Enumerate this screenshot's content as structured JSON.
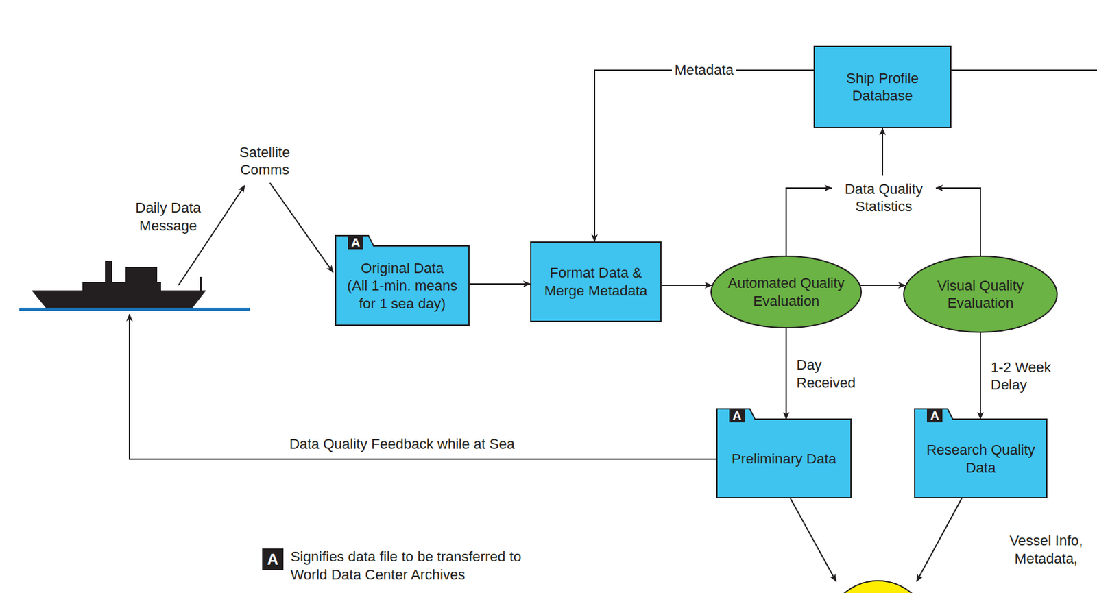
{
  "diagram": {
    "nodes": [
      {
        "text": [
          "Satellite Comms"
        ]
      },
      {
        "text": [
          "Ship Profile Database"
        ]
      },
      {
        "text": [
          "A",
          "Original Data",
          "(All 1-min. means for 1 sea day)"
        ]
      },
      {
        "text": [
          "Format Data & Merge Metadata"
        ]
      },
      {
        "text": [
          "Data Quality Statistics"
        ]
      },
      {
        "text": [
          "Automated Quality Evaluation"
        ]
      },
      {
        "text": [
          "Visual Quality Evaluation"
        ]
      },
      {
        "text": [
          "A",
          "Preliminary Data"
        ]
      },
      {
        "text": [
          "A",
          "Research Quality Data"
        ]
      }
    ],
    "edges": [
      {
        "from": 0,
        "to": 2,
        "arrow": "to"
      },
      {
        "from": 1,
        "to": 3,
        "label": "Metadata",
        "arrow": "to"
      },
      {
        "from": 2,
        "to": 3,
        "arrow": "to"
      },
      {
        "from": 3,
        "to": 5,
        "arrow": "to"
      },
      {
        "from": 5,
        "to": 6,
        "arrow": "to"
      },
      {
        "from": 5,
        "to": 4,
        "arrow": "to"
      },
      {
        "from": 6,
        "to": 4,
        "arrow": "to"
      },
      {
        "from": 4,
        "to": 1,
        "arrow": "to"
      },
      {
        "from": 5,
        "to": 7,
        "label": "Day Received",
        "arrow": "to"
      },
      {
        "from": 6,
        "to": 8,
        "label": "1-2 Week Delay",
        "arrow": "to"
      }
    ],
    "labels": [
      "Daily Data Message",
      "Data Quality Feedback while at Sea",
      "A",
      "Vessel Info, Metadata,"
    ],
    "legend": [
      {
        "text": "Signifies data file to be transferred to World Data Center Archives"
      }
    ]
  }
}
